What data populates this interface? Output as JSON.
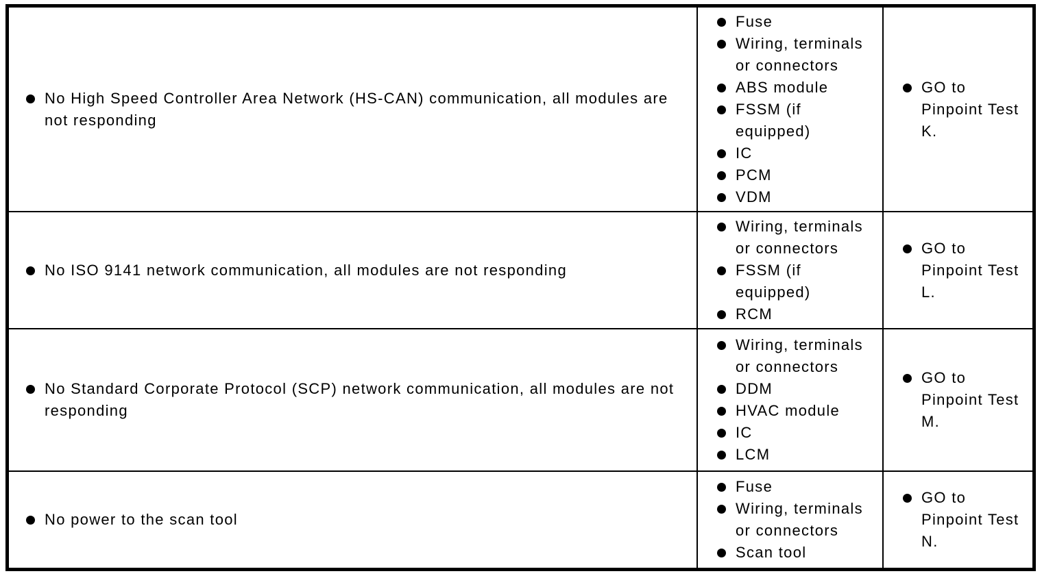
{
  "page": {
    "background_color": "#ffffff",
    "border_color": "#000000",
    "text_color": "#000000"
  },
  "table": {
    "description": "diagnostic symptom chart",
    "rows": [
      {
        "symptom": "No High Speed Controller Area Network (HS-CAN) communication, all modules are not responding",
        "sources": [
          "Fuse",
          "Wiring, terminals or connectors",
          "ABS module",
          "FSSM (if equipped)",
          "IC",
          "PCM",
          "VDM"
        ],
        "action": "GO to Pinpoint Test K."
      },
      {
        "symptom": "No ISO 9141 network communication, all modules are not responding",
        "sources": [
          "Wiring, terminals or connectors",
          "FSSM (if equipped)",
          "RCM"
        ],
        "action": "GO to Pinpoint Test L."
      },
      {
        "symptom": "No Standard Corporate Protocol (SCP) network communication, all modules are not responding",
        "sources": [
          "Wiring, terminals or connectors",
          "DDM",
          "HVAC module",
          "IC",
          "LCM"
        ],
        "action": "GO to Pinpoint Test M."
      },
      {
        "symptom": "No power to the scan tool",
        "sources": [
          "Fuse",
          "Wiring, terminals or connectors",
          "Scan tool"
        ],
        "action": "GO to Pinpoint Test N."
      }
    ]
  }
}
